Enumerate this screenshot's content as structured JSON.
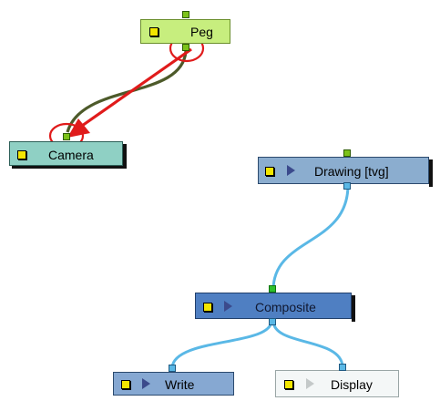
{
  "nodes": {
    "peg": {
      "label": "Peg"
    },
    "camera": {
      "label": "Camera"
    },
    "drawing": {
      "label": "Drawing  [tvg]"
    },
    "composite": {
      "label": "Composite"
    },
    "write": {
      "label": "Write"
    },
    "display": {
      "label": "Display"
    }
  },
  "colors": {
    "peg_fill": "#c7ee7e",
    "camera_fill": "#8fd0c4",
    "drawing_fill": "#8badcf",
    "composite_fill": "#4f7fc2",
    "write_fill": "#86a8d2",
    "display_fill": "#f4f7f7",
    "link_blue": "#5ab8e6",
    "link_olive": "#4d5a2a",
    "annotation_red": "#e01b1b"
  }
}
